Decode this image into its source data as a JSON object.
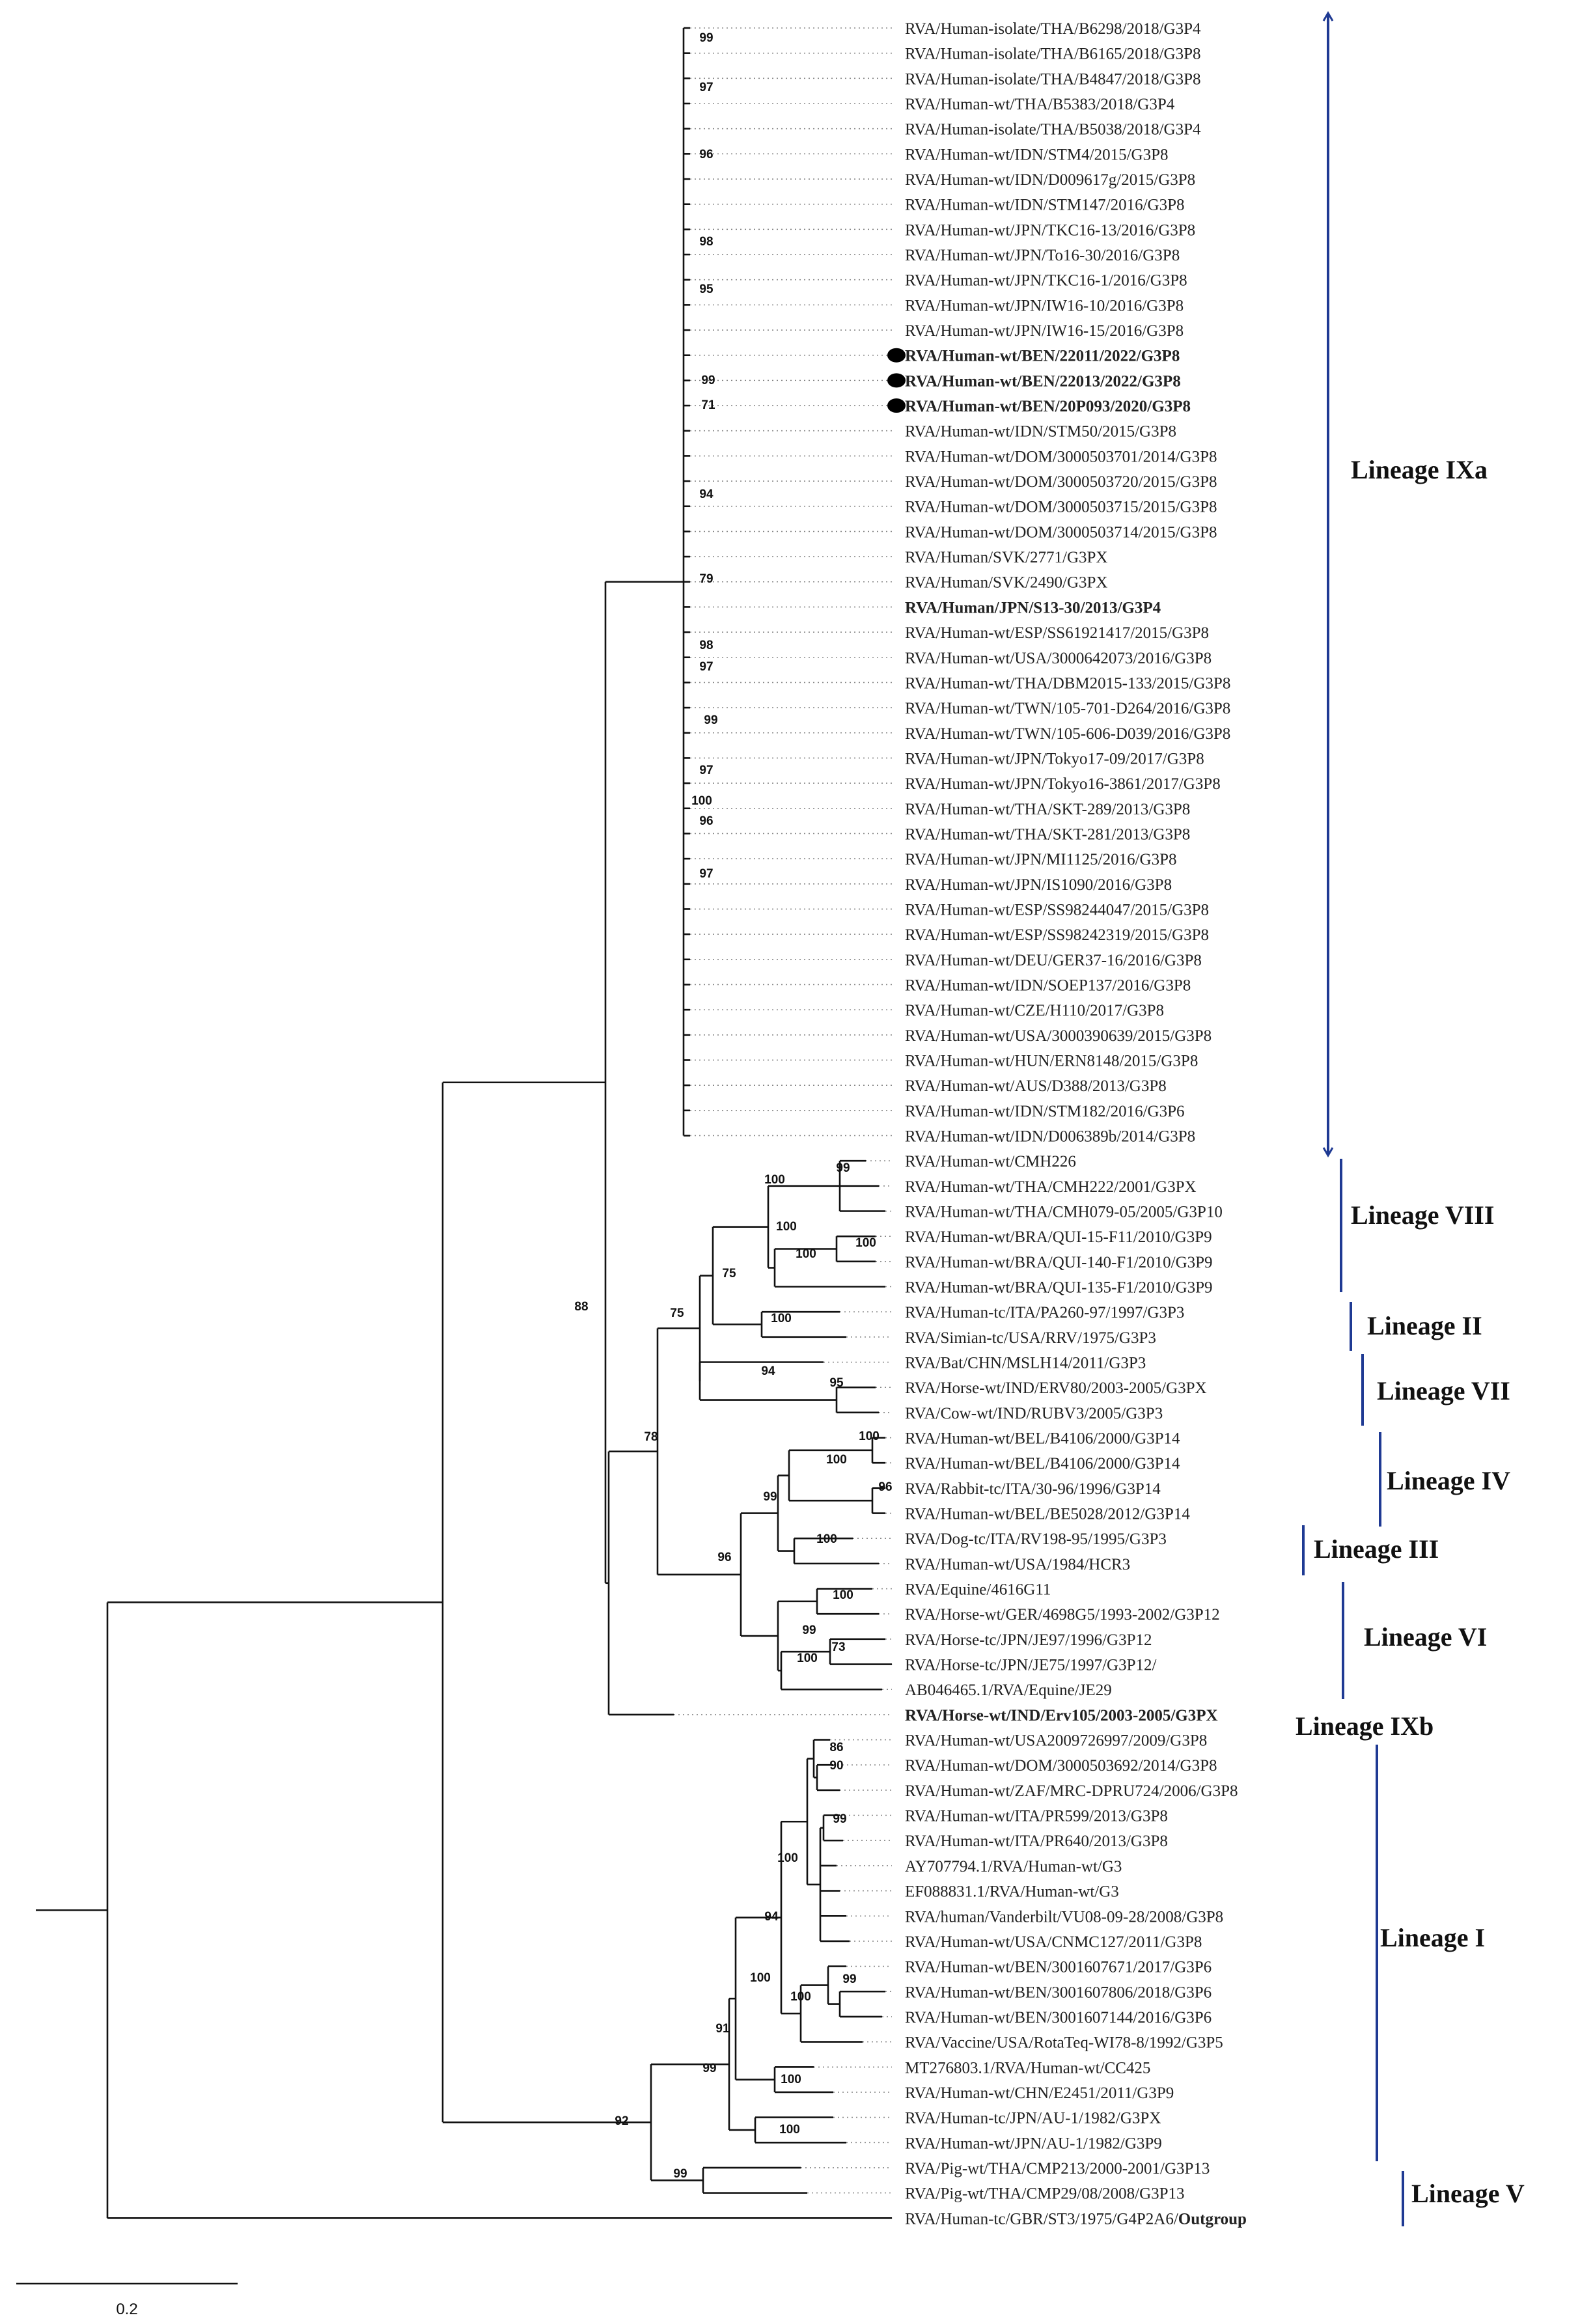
{
  "taxa": [
    {
      "label": "RVA/Human-isolate/THA/B6298/2018/G3P4"
    },
    {
      "label": "RVA/Human-isolate/THA/B6165/2018/G3P8"
    },
    {
      "label": "RVA/Human-isolate/THA/B4847/2018/G3P8"
    },
    {
      "label": "RVA/Human-wt/THA/B5383/2018/G3P4"
    },
    {
      "label": "RVA/Human-isolate/THA/B5038/2018/G3P4"
    },
    {
      "label": "RVA/Human-wt/IDN/STM4/2015/G3P8"
    },
    {
      "label": "RVA/Human-wt/IDN/D009617g/2015/G3P8"
    },
    {
      "label": "RVA/Human-wt/IDN/STM147/2016/G3P8"
    },
    {
      "label": "RVA/Human-wt/JPN/TKC16-13/2016/G3P8"
    },
    {
      "label": "RVA/Human-wt/JPN/To16-30/2016/G3P8"
    },
    {
      "label": "RVA/Human-wt/JPN/TKC16-1/2016/G3P8"
    },
    {
      "label": "RVA/Human-wt/JPN/IW16-10/2016/G3P8"
    },
    {
      "label": "RVA/Human-wt/JPN/IW16-15/2016/G3P8"
    },
    {
      "label": "RVA/Human-wt/BEN/22011/2022/G3P8",
      "style": "blue",
      "marker": true
    },
    {
      "label": "RVA/Human-wt/BEN/22013/2022/G3P8",
      "style": "blue",
      "marker": true
    },
    {
      "label": "RVA/Human-wt/BEN/20P093/2020/G3P8",
      "style": "blue",
      "marker": true
    },
    {
      "label": "RVA/Human-wt/IDN/STM50/2015/G3P8"
    },
    {
      "label": "RVA/Human-wt/DOM/3000503701/2014/G3P8"
    },
    {
      "label": "RVA/Human-wt/DOM/3000503720/2015/G3P8"
    },
    {
      "label": "RVA/Human-wt/DOM/3000503715/2015/G3P8"
    },
    {
      "label": "RVA/Human-wt/DOM/3000503714/2015/G3P8"
    },
    {
      "label": "RVA/Human/SVK/2771/G3PX"
    },
    {
      "label": "RVA/Human/SVK/2490/G3PX"
    },
    {
      "label": "RVA/Human/JPN/S13-30/2013/G3P4",
      "style": "bold"
    },
    {
      "label": "RVA/Human-wt/ESP/SS61921417/2015/G3P8"
    },
    {
      "label": "RVA/Human-wt/USA/3000642073/2016/G3P8"
    },
    {
      "label": "RVA/Human-wt/THA/DBM2015-133/2015/G3P8"
    },
    {
      "label": "RVA/Human-wt/TWN/105-701-D264/2016/G3P8"
    },
    {
      "label": "RVA/Human-wt/TWN/105-606-D039/2016/G3P8"
    },
    {
      "label": "RVA/Human-wt/JPN/Tokyo17-09/2017/G3P8"
    },
    {
      "label": "RVA/Human-wt/JPN/Tokyo16-3861/2017/G3P8"
    },
    {
      "label": "RVA/Human-wt/THA/SKT-289/2013/G3P8"
    },
    {
      "label": "RVA/Human-wt/THA/SKT-281/2013/G3P8"
    },
    {
      "label": "RVA/Human-wt/JPN/MI1125/2016/G3P8"
    },
    {
      "label": "RVA/Human-wt/JPN/IS1090/2016/G3P8"
    },
    {
      "label": "RVA/Human-wt/ESP/SS98244047/2015/G3P8"
    },
    {
      "label": "RVA/Human-wt/ESP/SS98242319/2015/G3P8"
    },
    {
      "label": "RVA/Human-wt/DEU/GER37-16/2016/G3P8"
    },
    {
      "label": "RVA/Human-wt/IDN/SOEP137/2016/G3P8"
    },
    {
      "label": "RVA/Human-wt/CZE/H110/2017/G3P8"
    },
    {
      "label": "RVA/Human-wt/USA/3000390639/2015/G3P8"
    },
    {
      "label": "RVA/Human-wt/HUN/ERN8148/2015/G3P8"
    },
    {
      "label": "RVA/Human-wt/AUS/D388/2013/G3P8",
      "style": "red"
    },
    {
      "label": "RVA/Human-wt/IDN/STM182/2016/G3P6"
    },
    {
      "label": "RVA/Human-wt/IDN/D006389b/2014/G3P8"
    },
    {
      "label": "RVA/Human-wt/CMH226"
    },
    {
      "label": "RVA/Human-wt/THA/CMH222/2001/G3PX"
    },
    {
      "label": "RVA/Human-wt/THA/CMH079-05/2005/G3P10"
    },
    {
      "label": "RVA/Human-wt/BRA/QUI-15-F11/2010/G3P9"
    },
    {
      "label": "RVA/Human-wt/BRA/QUI-140-F1/2010/G3P9"
    },
    {
      "label": "RVA/Human-wt/BRA/QUI-135-F1/2010/G3P9"
    },
    {
      "label": "RVA/Human-tc/ITA/PA260-97/1997/G3P3"
    },
    {
      "label": "RVA/Simian-tc/USA/RRV/1975/G3P3"
    },
    {
      "label": "RVA/Bat/CHN/MSLH14/2011/G3P3"
    },
    {
      "label": "RVA/Horse-wt/IND/ERV80/2003-2005/G3PX"
    },
    {
      "label": "RVA/Cow-wt/IND/RUBV3/2005/G3P3"
    },
    {
      "label": "RVA/Human-wt/BEL/B4106/2000/G3P14"
    },
    {
      "label": "RVA/Human-wt/BEL/B4106/2000/G3P14"
    },
    {
      "label": "RVA/Rabbit-tc/ITA/30-96/1996/G3P14"
    },
    {
      "label": "RVA/Human-wt/BEL/BE5028/2012/G3P14"
    },
    {
      "label": "RVA/Dog-tc/ITA/RV198-95/1995/G3P3"
    },
    {
      "label": "RVA/Human-wt/USA/1984/HCR3"
    },
    {
      "label": "RVA/Equine/4616G11"
    },
    {
      "label": "RVA/Horse-wt/GER/4698G5/1993-2002/G3P12"
    },
    {
      "label": "RVA/Horse-tc/JPN/JE97/1996/G3P12"
    },
    {
      "label": "RVA/Horse-tc/JPN/JE75/1997/G3P12/"
    },
    {
      "label": "AB046465.1/RVA/Equine/JE29"
    },
    {
      "label": "RVA/Horse-wt/IND/Erv105/2003-2005/G3PX",
      "style": "bold"
    },
    {
      "label": "RVA/Human-wt/USA2009726997/2009/G3P8"
    },
    {
      "label": "RVA/Human-wt/DOM/3000503692/2014/G3P8"
    },
    {
      "label": "RVA/Human-wt/ZAF/MRC-DPRU724/2006/G3P8"
    },
    {
      "label": "RVA/Human-wt/ITA/PR599/2013/G3P8"
    },
    {
      "label": "RVA/Human-wt/ITA/PR640/2013/G3P8"
    },
    {
      "label": "AY707794.1/RVA/Human-wt/G3"
    },
    {
      "label": "EF088831.1/RVA/Human-wt/G3"
    },
    {
      "label": "RVA/human/Vanderbilt/VU08-09-28/2008/G3P8"
    },
    {
      "label": "RVA/Human-wt/USA/CNMC127/2011/G3P8"
    },
    {
      "label": "RVA/Human-wt/BEN/3001607671/2017/G3P6"
    },
    {
      "label": "RVA/Human-wt/BEN/3001607806/2018/G3P6"
    },
    {
      "label": "RVA/Human-wt/BEN/3001607144/2016/G3P6"
    },
    {
      "label": "RVA/Vaccine/USA/RotaTeq-WI78-8/1992/G3P5"
    },
    {
      "label": "MT276803.1/RVA/Human-wt/CC425"
    },
    {
      "label": "RVA/Human-wt/CHN/E2451/2011/G3P9"
    },
    {
      "label": "RVA/Human-tc/JPN/AU-1/1982/G3PX"
    },
    {
      "label": "RVA/Human-wt/JPN/AU-1/1982/G3P9"
    },
    {
      "label": "RVA/Pig-wt/THA/CMP213/2000-2001/G3P13"
    },
    {
      "label": "RVA/Pig-wt/THA/CMP29/08/2008/G3P13"
    },
    {
      "label": "RVA/Human-tc/GBR/ST3/1975/G4P2A6/",
      "suffix_bold": "Outgroup"
    }
  ],
  "bootstrap": [
    "99",
    "97",
    "96",
    "98",
    "95",
    "99",
    "71",
    "94",
    "79",
    "98",
    "97",
    "99",
    "97",
    "100",
    "96",
    "97",
    "88",
    "75",
    "100",
    "99",
    "100",
    "100",
    "100",
    "75",
    "100",
    "94",
    "95",
    "78",
    "100",
    "100",
    "96",
    "99",
    "100",
    "96",
    "100",
    "99",
    "73",
    "100",
    "86",
    "90",
    "99",
    "100",
    "94",
    "100",
    "100",
    "99",
    "91",
    "99",
    "100",
    "100",
    "92",
    "99"
  ],
  "lineages": [
    {
      "name": "Lineage IXa"
    },
    {
      "name": "Lineage VIII"
    },
    {
      "name": "Lineage II"
    },
    {
      "name": "Lineage VII"
    },
    {
      "name": "Lineage IV"
    },
    {
      "name": "Lineage III"
    },
    {
      "name": "Lineage VI"
    },
    {
      "name": "Lineage IXb"
    },
    {
      "name": "Lineage I"
    },
    {
      "name": "Lineage V"
    }
  ],
  "scale_bar": {
    "label": "0.2"
  },
  "colors": {
    "highlight_blue": "#1010d0",
    "reference_red": "#e0202a",
    "lineage_bar": "#1f3a93",
    "branch": "#111111"
  }
}
